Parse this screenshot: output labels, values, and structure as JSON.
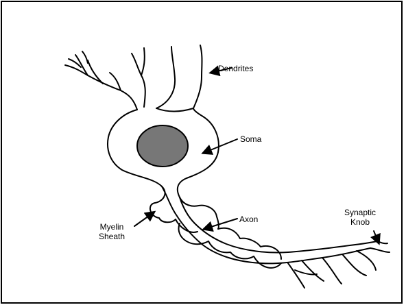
{
  "labels": {
    "dendrites": "Dendrites",
    "soma": "Soma",
    "axon": "Axon",
    "myelin_sheath": "Myelin\nSheath",
    "synaptic_knob": "Synaptic\nKnob"
  },
  "colors": {
    "line": "#000000",
    "nucleus_fill": "#777777",
    "background": "#ffffff"
  }
}
